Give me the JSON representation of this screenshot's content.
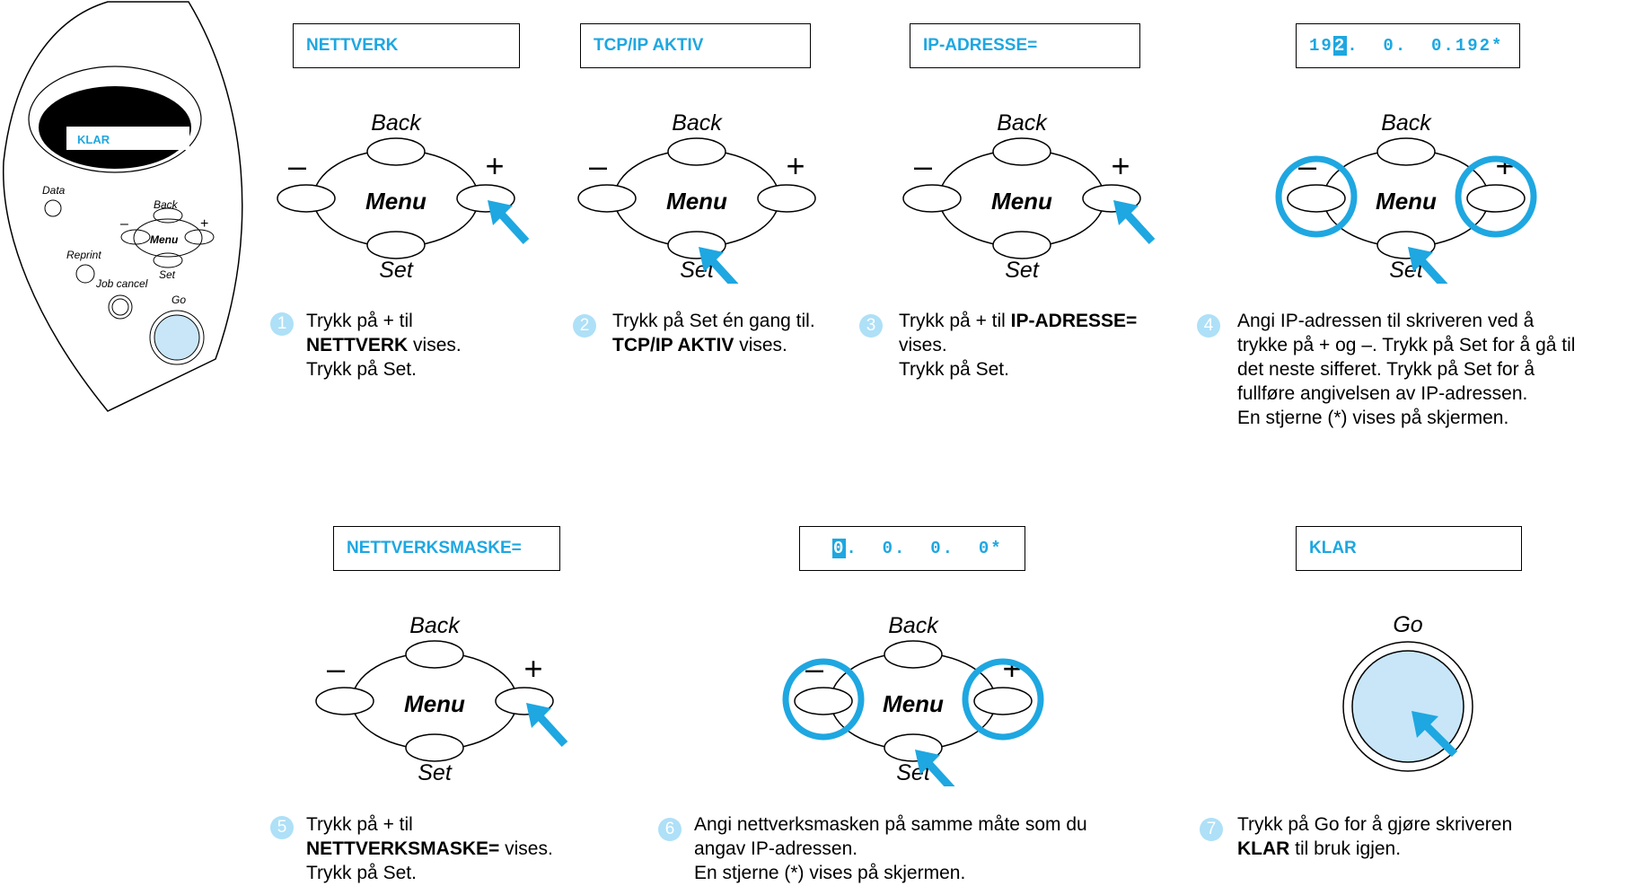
{
  "panel": {
    "lcd_text": "KLAR",
    "labels": {
      "data": "Data",
      "back": "Back",
      "menu": "Menu",
      "set": "Set",
      "reprint": "Reprint",
      "job_cancel": "Job cancel",
      "go": "Go",
      "minus": "–",
      "plus": "+"
    }
  },
  "keypad_labels": {
    "back": "Back",
    "menu": "Menu",
    "set": "Set",
    "minus": "–",
    "plus": "+",
    "go": "Go"
  },
  "screens": {
    "s1": "NETTVERK",
    "s2": "TCP/IP AKTIV",
    "s3": "IP-ADRESSE=",
    "s4_cursor": "2",
    "s4_pre": "19",
    "s4_post": ".  0.  0.192*",
    "s5": "NETTVERKSMASKE=",
    "s6_cursor": "0",
    "s6_post": ".  0.  0.  0*",
    "s7": "KLAR"
  },
  "steps": [
    {
      "num": "1",
      "line1": "Trykk på + til",
      "bold": "NETTVERK",
      "after_bold": " vises.",
      "line3": "Trykk på Set."
    },
    {
      "num": "2",
      "line1": "Trykk på Set én gang til.",
      "bold": "TCP/IP AKTIV",
      "after_bold": " vises."
    },
    {
      "num": "3",
      "pre_bold": "Trykk på + til ",
      "bold": "IP-ADRESSE=",
      "line2": "vises.",
      "line3": "Trykk på Set."
    },
    {
      "num": "4",
      "lines": [
        "Angi IP-adressen til skriveren ved å",
        "trykke på + og –. Trykk på Set for å gå til",
        "det neste sifferet. Trykk på Set for å",
        "fullføre angivelsen av IP-adressen.",
        "En stjerne (*) vises på skjermen."
      ]
    },
    {
      "num": "5",
      "line1": "Trykk på + til",
      "bold": "NETTVERKSMASKE=",
      "after_bold": " vises.",
      "line3": "Trykk på Set."
    },
    {
      "num": "6",
      "lines": [
        "Angi nettverksmasken på samme måte som du",
        "angav IP-adressen.",
        "En stjerne (*) vises på skjermen."
      ]
    },
    {
      "num": "7",
      "line1": "Trykk på Go for å gjøre skriveren",
      "bold": "KLAR",
      "after_bold": " til bruk igjen."
    }
  ],
  "colors": {
    "accent": "#1ea7e1",
    "light_accent": "#aee0f7",
    "go_fill": "#c8e6f8"
  }
}
